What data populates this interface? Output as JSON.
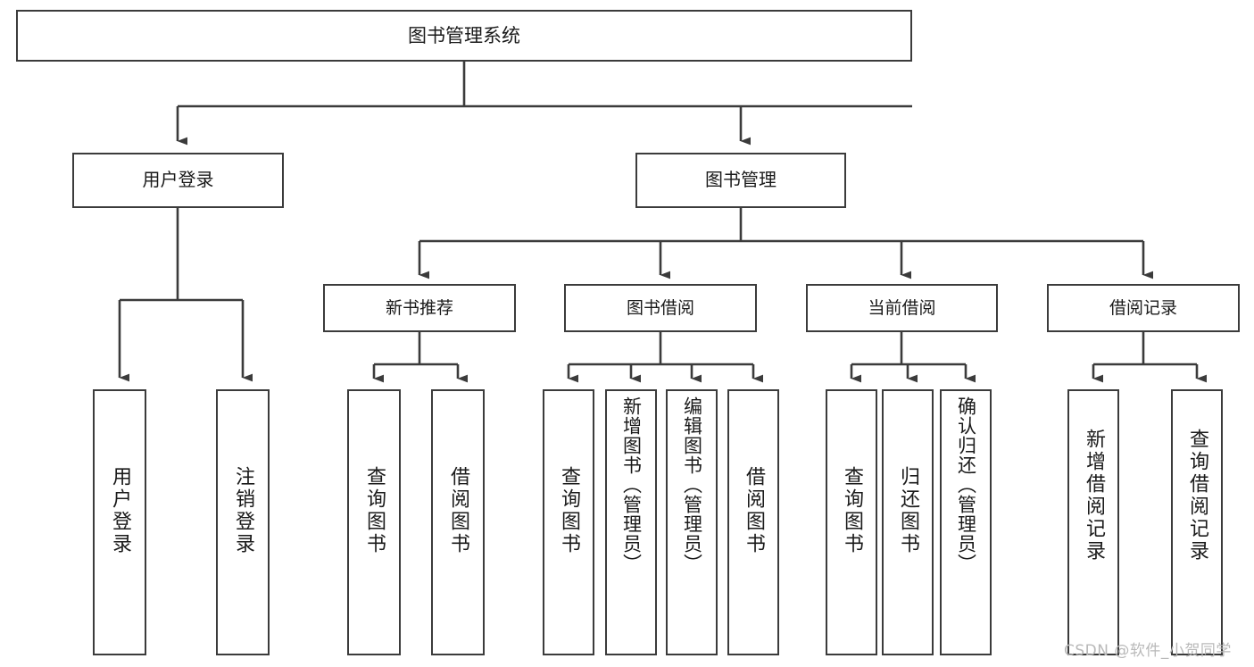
{
  "diagram": {
    "title": "图书管理系统",
    "type": "tree",
    "orientation": "top-down",
    "line_color": "#3b3b3b",
    "box_fill": "#ffffff",
    "text_color": "#1a1a1a"
  },
  "nodes": {
    "root": {
      "label": "图书管理系统"
    },
    "level2": [
      {
        "id": "user-login",
        "label": "用户登录"
      },
      {
        "id": "book-manage",
        "label": "图书管理"
      }
    ],
    "level3": [
      {
        "id": "new-book-rec",
        "label": "新书推荐"
      },
      {
        "id": "book-borrow",
        "label": "图书借阅"
      },
      {
        "id": "current-borrow",
        "label": "当前借阅"
      },
      {
        "id": "borrow-record",
        "label": "借阅记录"
      }
    ],
    "leaves": {
      "user_login": [
        {
          "id": "leaf-user-login",
          "label": "用户登录"
        },
        {
          "id": "leaf-logout",
          "label": "注销登录"
        }
      ],
      "new_book_rec": [
        {
          "id": "leaf-query-book-1",
          "label": "查询图书"
        },
        {
          "id": "leaf-borrow-book-1",
          "label": "借阅图书"
        }
      ],
      "book_borrow": [
        {
          "id": "leaf-query-book-2",
          "label": "查询图书"
        },
        {
          "id": "leaf-add-book",
          "label": "新增图书（管理员）"
        },
        {
          "id": "leaf-edit-book",
          "label": "编辑图书（管理员）"
        },
        {
          "id": "leaf-borrow-book-2",
          "label": "借阅图书"
        }
      ],
      "current_borrow": [
        {
          "id": "leaf-query-book-3",
          "label": "查询图书"
        },
        {
          "id": "leaf-return-book",
          "label": "归还图书"
        },
        {
          "id": "leaf-confirm-return",
          "label": "确认归还（管理员）"
        }
      ],
      "borrow_record": [
        {
          "id": "leaf-add-record",
          "label": "新增借阅记录"
        },
        {
          "id": "leaf-query-record",
          "label": "查询借阅记录"
        }
      ]
    }
  },
  "watermark": {
    "text": "CSDN @软件_小贺同学"
  }
}
